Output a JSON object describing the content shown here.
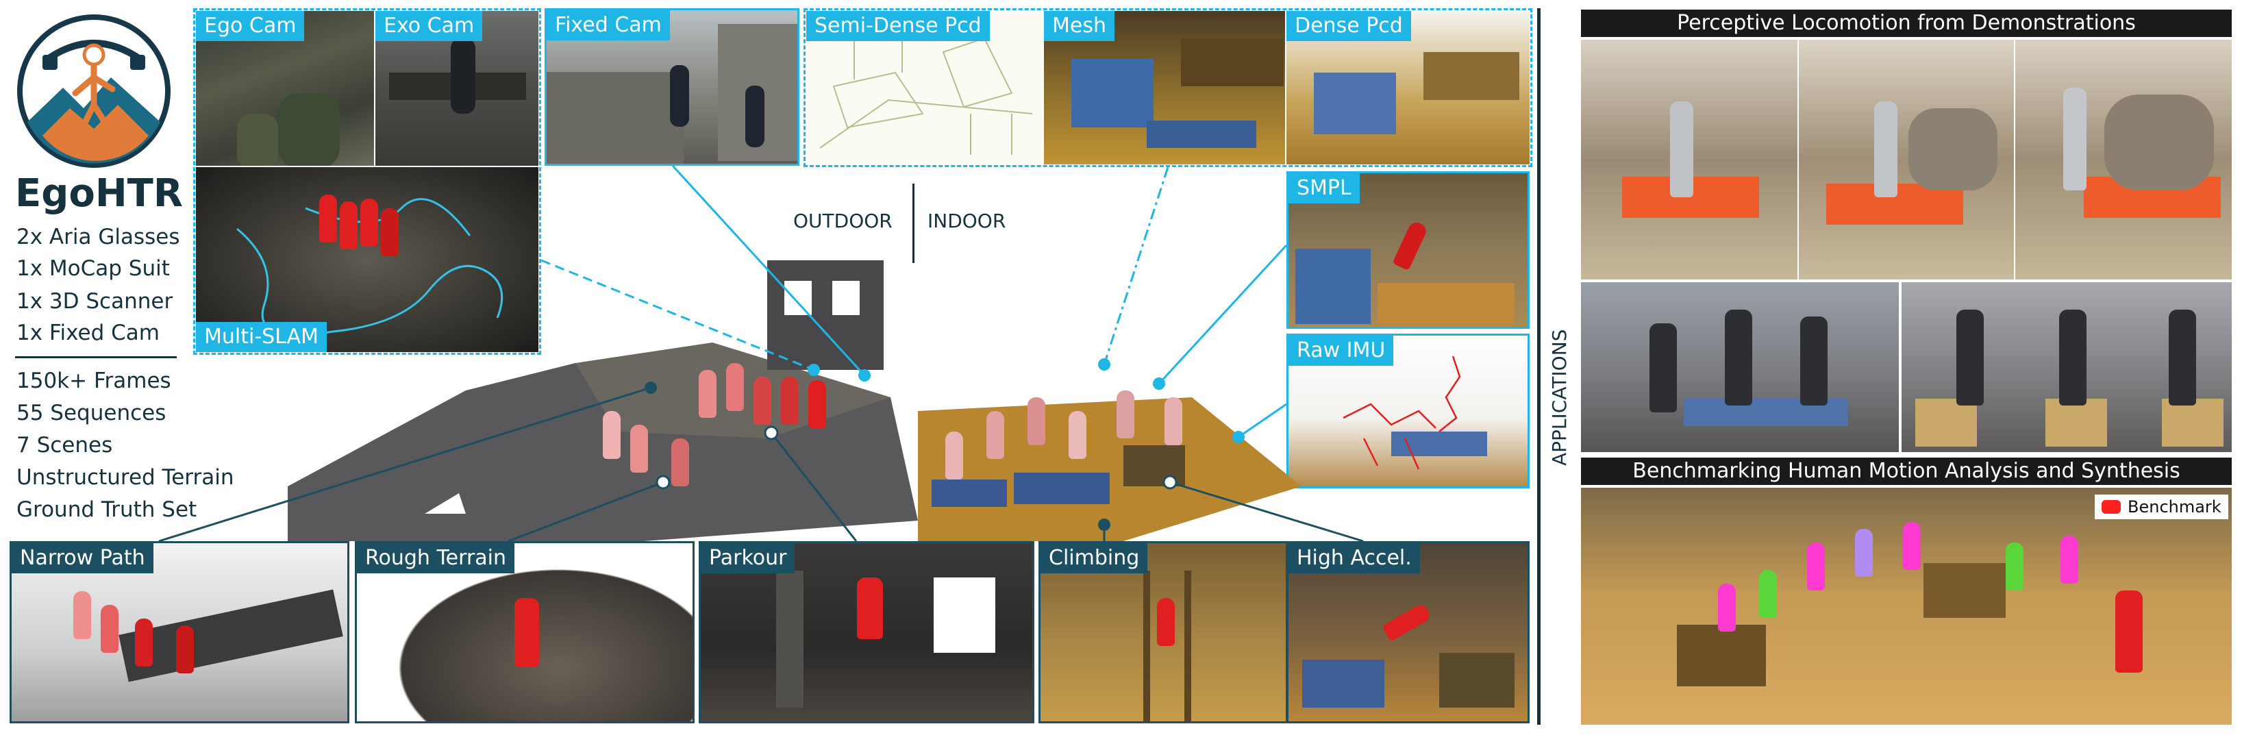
{
  "logo": {
    "title": "EgoHTR"
  },
  "stats_top": [
    "2x Aria Glasses",
    "1x MoCap Suit",
    "1x 3D Scanner",
    "1x Fixed Cam"
  ],
  "stats_bottom": [
    "150k+ Frames",
    "55 Sequences",
    "7 Scenes",
    "Unstructured Terrain",
    "Ground Truth Set"
  ],
  "top_panels": {
    "ego_cam": "Ego Cam",
    "exo_cam": "Exo Cam",
    "fixed_cam": "Fixed Cam",
    "semi_dense": "Semi-Dense Pcd",
    "mesh": "Mesh",
    "dense_pcd": "Dense Pcd",
    "smpl": "SMPL",
    "raw_imu": "Raw IMU",
    "multi_slam": "Multi-SLAM"
  },
  "center": {
    "outdoor": "OUTDOOR",
    "indoor": "INDOOR"
  },
  "bottom_panels": {
    "narrow_path": "Narrow Path",
    "rough_terrain": "Rough Terrain",
    "parkour": "Parkour",
    "climbing": "Climbing",
    "high_accel": "High Accel."
  },
  "applications": {
    "vertical_label": "APPLICATIONS",
    "locomotion_title": "Perceptive Locomotion from Demonstrations",
    "benchmark_title": "Benchmarking Human Motion Analysis and Synthesis",
    "legend_benchmark": "Benchmark"
  },
  "colors": {
    "cyan": "#1fb6e6",
    "dark_teal": "#1b4f61",
    "human_red": "#e02020",
    "legend_red": "#ff2020"
  }
}
